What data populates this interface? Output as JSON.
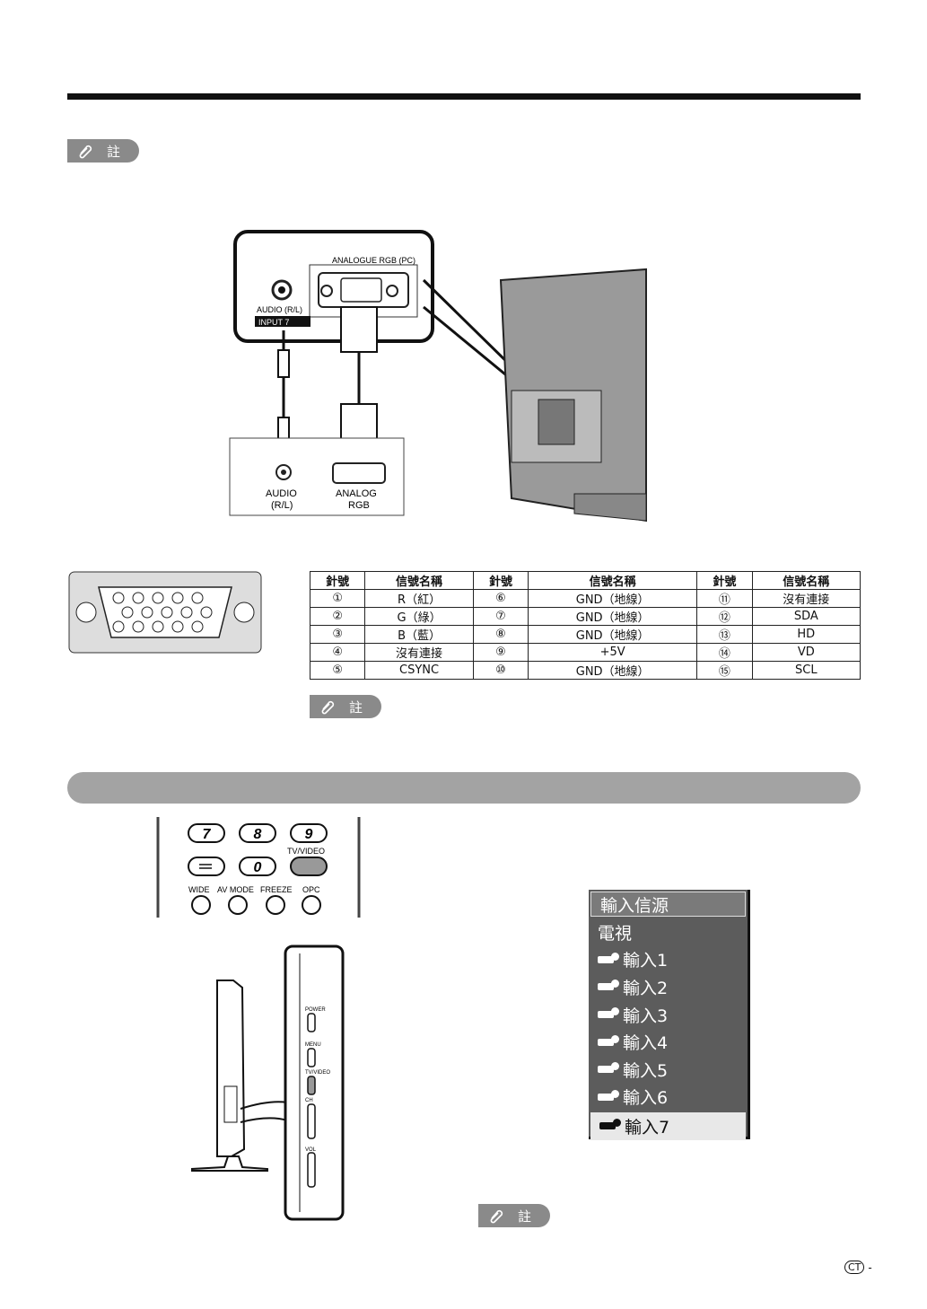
{
  "note_label": "註",
  "connection": {
    "panel_title": "ANALOGUE RGB (PC)",
    "audio_port_label": "AUDIO (R/L)",
    "input_label": "INPUT 7",
    "pc_audio_label_line1": "AUDIO",
    "pc_audio_label_line2": "(R/L)",
    "pc_rgb_label_line1": "ANALOG",
    "pc_rgb_label_line2": "RGB"
  },
  "pin_table": {
    "headers": [
      "針號",
      "信號名稱",
      "針號",
      "信號名稱",
      "針號",
      "信號名稱"
    ],
    "rows": [
      [
        "①",
        "R（紅）",
        "⑥",
        "GND（地線）",
        "⑪",
        "沒有連接"
      ],
      [
        "②",
        "G（綠）",
        "⑦",
        "GND（地線）",
        "⑫",
        "SDA"
      ],
      [
        "③",
        "B（藍）",
        "⑧",
        "GND（地線）",
        "⑬",
        "HD"
      ],
      [
        "④",
        "沒有連接",
        "⑨",
        "+5V",
        "⑭",
        "VD"
      ],
      [
        "⑤",
        "CSYNC",
        "⑩",
        "GND（地線）",
        "⑮",
        "SCL"
      ]
    ]
  },
  "remote": {
    "keys": [
      "7",
      "8",
      "9",
      "0"
    ],
    "tv_video_label": "TV/VIDEO",
    "bottom_labels": [
      "WIDE",
      "AV MODE",
      "FREEZE",
      "OPC"
    ]
  },
  "tv_side": {
    "buttons": [
      "POWER",
      "MENU",
      "TV/VIDEO",
      "CH",
      "VOL"
    ]
  },
  "input_menu": {
    "title": "輸入信源",
    "tv": "電視",
    "items": [
      "輸入1",
      "輸入2",
      "輸入3",
      "輸入4",
      "輸入5",
      "輸入6",
      "輸入7"
    ],
    "selected_index": 6
  },
  "page_mark": {
    "code": "CT",
    "dash": "-"
  }
}
